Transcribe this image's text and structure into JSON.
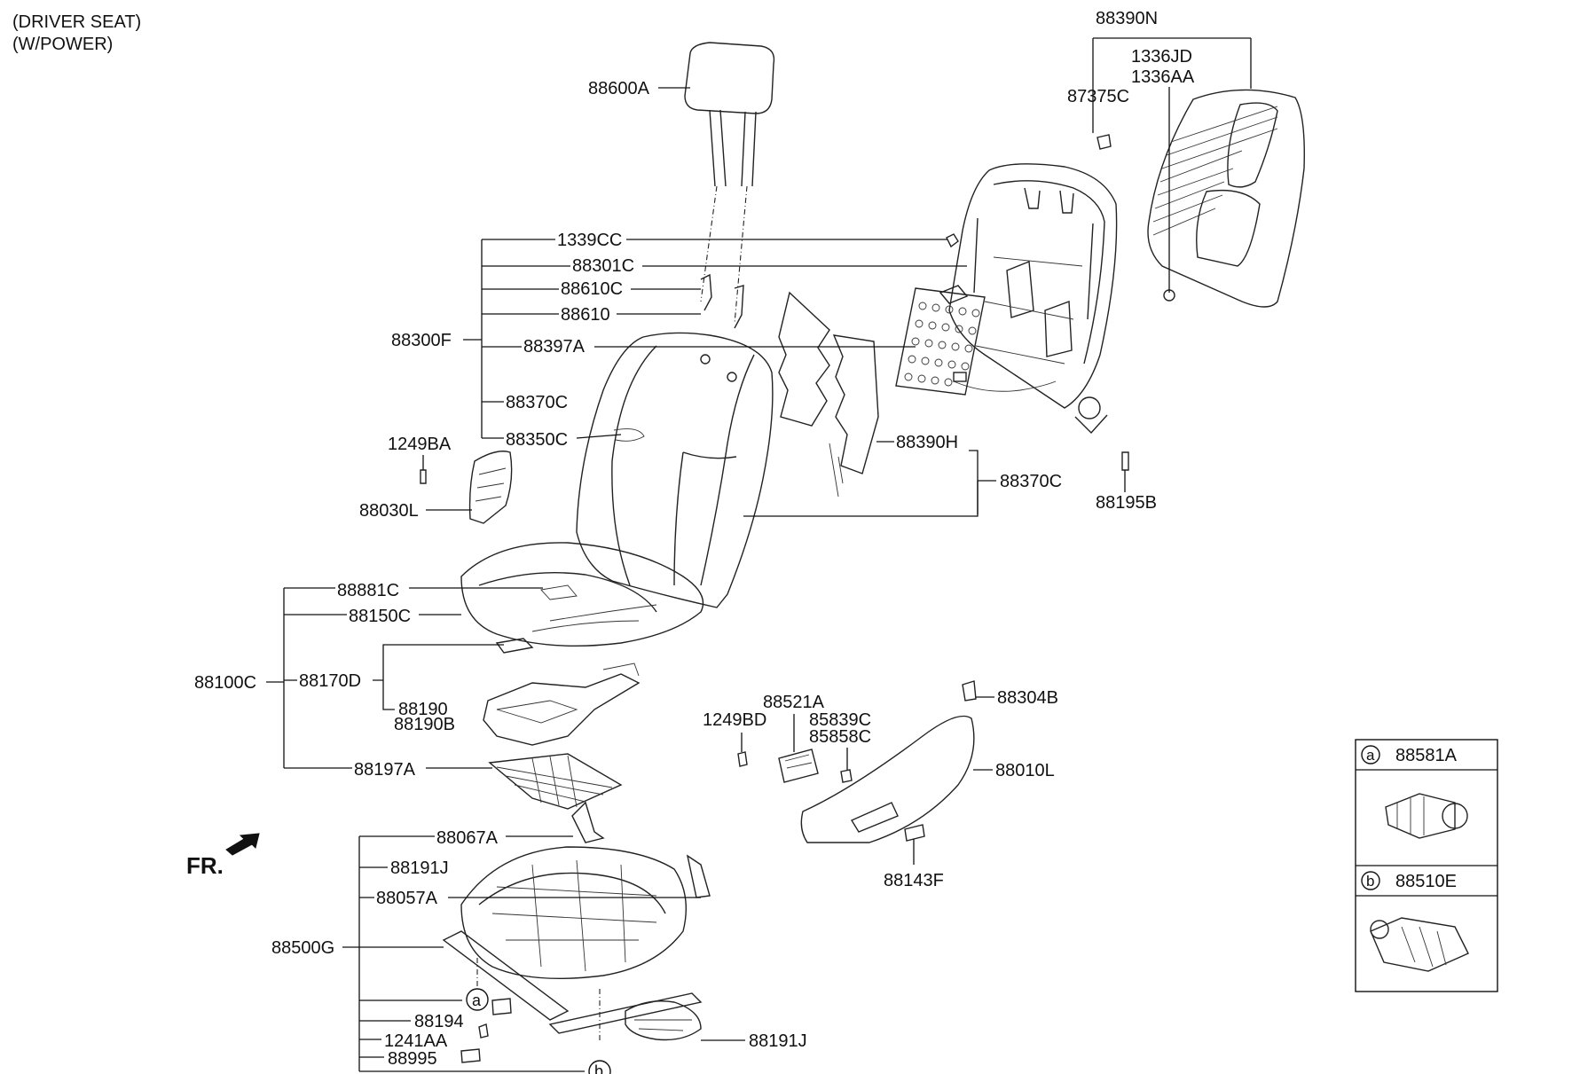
{
  "header": {
    "line1": "(DRIVER SEAT)",
    "line2": "(W/POWER)"
  },
  "front_label": "FR.",
  "parts": {
    "p88390N": "88390N",
    "p1336JD": "1336JD",
    "p1336AA": "1336AA",
    "p87375C": "87375C",
    "p88600A": "88600A",
    "p1339CC": "1339CC",
    "p88301C": "88301C",
    "p88610C": "88610C",
    "p88610": "88610",
    "p88300F": "88300F",
    "p88397A": "88397A",
    "p88370C_a": "88370C",
    "p88350C": "88350C",
    "p1249BA": "1249BA",
    "p88030L": "88030L",
    "p88390H": "88390H",
    "p88370C_b": "88370C",
    "p88195B": "88195B",
    "p88881C": "88881C",
    "p88150C": "88150C",
    "p88100C": "88100C",
    "p88170D": "88170D",
    "p88190": "88190",
    "p88190B": "88190B",
    "p88197A": "88197A",
    "p88521A": "88521A",
    "p1249BD": "1249BD",
    "p85839C": "85839C",
    "p85858C": "85858C",
    "p88304B": "88304B",
    "p88010L": "88010L",
    "p88143F": "88143F",
    "p88067A": "88067A",
    "p88191J_a": "88191J",
    "p88057A": "88057A",
    "p88500G": "88500G",
    "p88194": "88194",
    "p1241AA": "1241AA",
    "p88995": "88995",
    "p88191J_b": "88191J"
  },
  "callouts": {
    "a": "a",
    "b": "b"
  },
  "legend": [
    {
      "marker": "a",
      "part": "88581A"
    },
    {
      "marker": "b",
      "part": "88510E"
    }
  ]
}
